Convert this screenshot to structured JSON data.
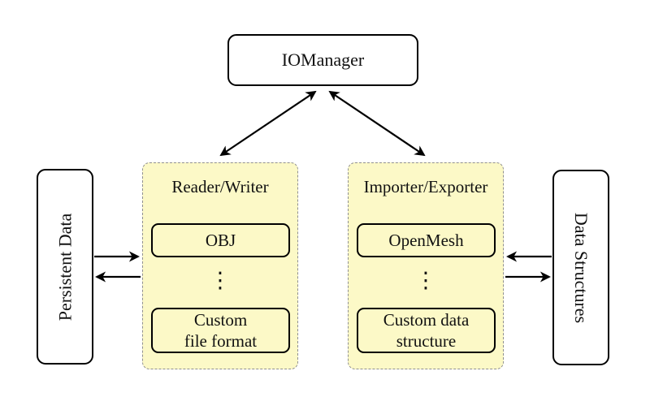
{
  "diagram": {
    "iomanager": {
      "label": "IOManager"
    },
    "reader_writer": {
      "title": "Reader/Writer",
      "item_top": "OBJ",
      "dots": "⋮",
      "item_bottom_line1": "Custom",
      "item_bottom_line2": "file format"
    },
    "importer_exporter": {
      "title": "Importer/Exporter",
      "item_top": "OpenMesh",
      "dots": "⋮",
      "item_bottom_line1": "Custom data",
      "item_bottom_line2": "structure"
    },
    "persistent_data": {
      "label": "Persistent Data"
    },
    "data_structures": {
      "label": "Data Structures"
    }
  },
  "colors": {
    "background": "#ffffff",
    "group_fill": "#fcf9c7",
    "group_border": "#909090",
    "node_border": "#000000",
    "node_fill": "#ffffff",
    "arrow": "#000000",
    "text": "#111111"
  }
}
